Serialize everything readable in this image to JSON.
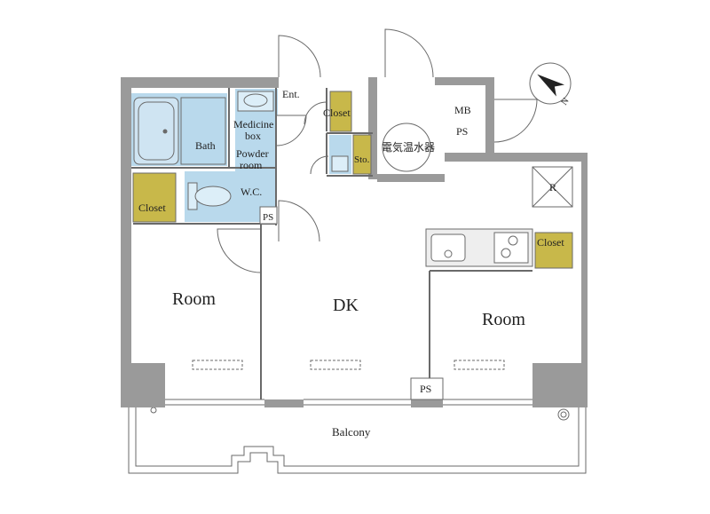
{
  "colors": {
    "wall": "#9a9a9a",
    "wet_area": "#b9d9ec",
    "closet": "#c8b84a",
    "line": "#6a6a6a",
    "text": "#222222"
  },
  "labels": {
    "entrance": "Ent.",
    "closet_entry": "Closet",
    "medicine_box": [
      "Medicine",
      "box"
    ],
    "bath": "Bath",
    "powder_room": [
      "Powder",
      "room"
    ],
    "water_heater": "電気温水器",
    "storage": "Sto.",
    "mb": "MB",
    "ps_top": "PS",
    "closet_left": "Closet",
    "wc": "W.C.",
    "ps_wc": "PS",
    "refrigerator": "R",
    "closet_right": "Closet",
    "room_left": "Room",
    "dk": "DK",
    "room_right": "Room",
    "ps_bottom": "PS",
    "balcony": "Balcony"
  },
  "north_icon": "north-arrow-icon",
  "north_label": "N"
}
